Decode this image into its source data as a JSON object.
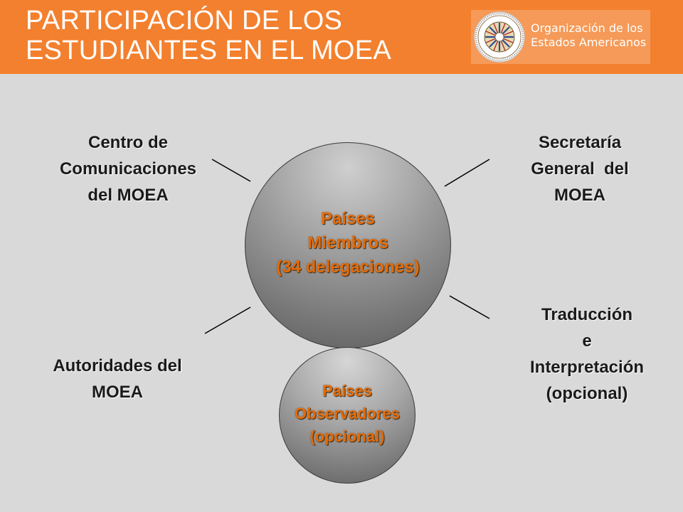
{
  "header": {
    "title_line1": "PARTICIPACIÓN DE LOS",
    "title_line2": "ESTUDIANTES EN EL MOEA",
    "background_color": "#f3802e",
    "logo": {
      "icon": "oas-seal-icon",
      "line1": "Organización de los",
      "line2": "Estados Americanos"
    }
  },
  "diagram": {
    "center": {
      "line1": "Países",
      "line2": "Miembros",
      "line3": "(34 delegaciones)"
    },
    "observers": {
      "line1": "Países",
      "line2": "Observadores",
      "line3": "(opcional)"
    },
    "top_left": {
      "line1": "Centro de",
      "line2": "Comunicaciones",
      "line3": "del MOEA"
    },
    "top_right": {
      "line1": "Secretaría",
      "line2": "General  del",
      "line3": "MOEA"
    },
    "bottom_left": {
      "line1": "Autoridades del",
      "line2": "MOEA"
    },
    "bottom_right": {
      "line1": "Traducción",
      "line2": "e",
      "line3": "Interpretación",
      "line4": "(opcional)"
    },
    "accent_color": "#e46c0a"
  }
}
